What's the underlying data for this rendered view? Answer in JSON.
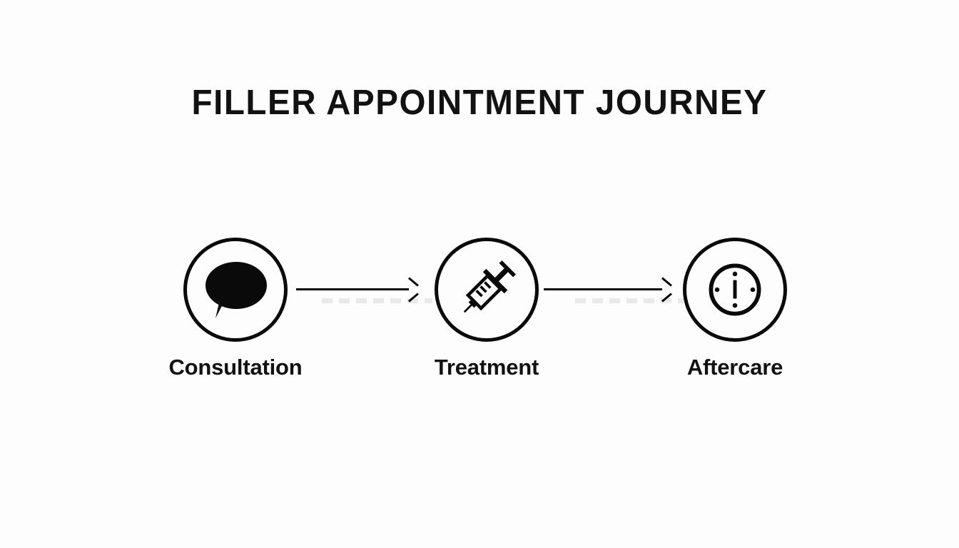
{
  "page": {
    "title": "FILLER APPOINTMENT JOURNEY",
    "background_color": "#fdfdfe",
    "ink_color": "#0a0a0a",
    "ghost_color": "#e9e9ea"
  },
  "diagram": {
    "type": "linear-process-flow",
    "orientation": "horizontal",
    "step_count": 3,
    "steps": [
      {
        "index": 1,
        "label": "Consultation",
        "icon": "speech-bubble-icon",
        "icon_style": "filled"
      },
      {
        "index": 2,
        "label": "Treatment",
        "icon": "syringe-icon",
        "icon_style": "filled"
      },
      {
        "index": 3,
        "label": "Aftercare",
        "icon": "info-circle-icon",
        "icon_style": "outline"
      }
    ],
    "connectors": [
      {
        "from": "Consultation",
        "to": "Treatment",
        "icon": "arrow-right-icon"
      },
      {
        "from": "Treatment",
        "to": "Aftercare",
        "icon": "arrow-right-icon"
      }
    ]
  }
}
